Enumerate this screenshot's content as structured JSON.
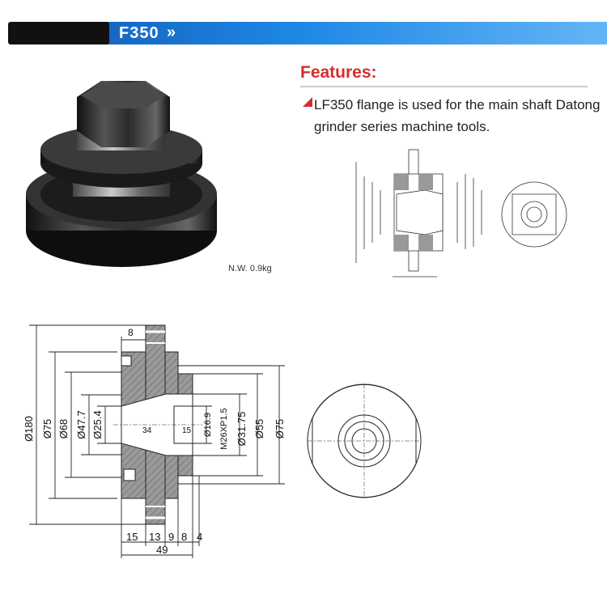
{
  "banner": {
    "title": "F350",
    "chevron": "»"
  },
  "features": {
    "title": "Features:",
    "description": "LF350 flange is used for the main shaft Datong grinder series machine tools."
  },
  "product": {
    "weight_label": "N.W. 0.9kg"
  },
  "drawing": {
    "dims_left": [
      "Ø180",
      "Ø75",
      "Ø68",
      "Ø47.7",
      "Ø25.4"
    ],
    "dims_right": [
      "Ø16.9",
      "M26XP1.5",
      "Ø31.75",
      "Ø55",
      "Ø75"
    ],
    "inner_labels": [
      "34",
      "15"
    ],
    "top_dim": "8",
    "bottom_dims": [
      "15",
      "13",
      "9",
      "8",
      "4"
    ],
    "total_dim": "49"
  },
  "colors": {
    "banner_blue": "#1e88e5",
    "banner_dark": "#111111",
    "accent_red": "#d32f2f",
    "hatch": "#777777"
  }
}
